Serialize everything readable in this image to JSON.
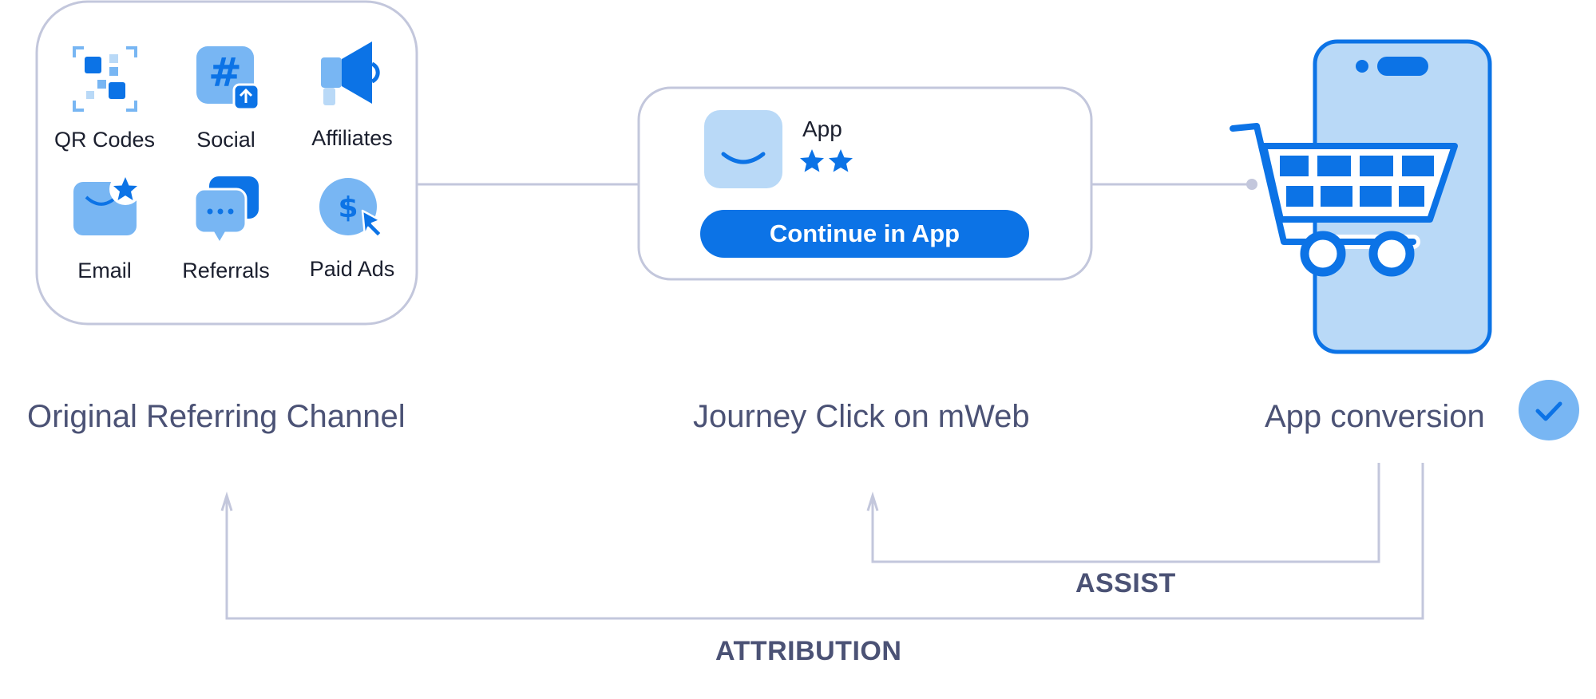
{
  "channels": {
    "title": "Original Referring Channel",
    "items": [
      {
        "label": "QR Codes",
        "icon": "qr-code-icon"
      },
      {
        "label": "Social",
        "icon": "hashtag-icon"
      },
      {
        "label": "Affiliates",
        "icon": "megaphone-icon"
      },
      {
        "label": "Email",
        "icon": "email-icon"
      },
      {
        "label": "Referrals",
        "icon": "chat-bubbles-icon"
      },
      {
        "label": "Paid Ads",
        "icon": "paid-ad-icon"
      }
    ]
  },
  "journey": {
    "title": "Journey Click on mWeb",
    "app_name": "App",
    "rating_stars": 2,
    "cta_label": "Continue in App"
  },
  "conversion": {
    "title": "App conversion",
    "icon": "shopping-cart-icon",
    "badge_icon": "checkmark-icon"
  },
  "flows": {
    "assist_label": "ASSIST",
    "attribution_label": "ATTRIBUTION"
  },
  "colors": {
    "primary": "#0c73e6",
    "light_blue": "#b9d9f7",
    "mid_blue": "#78b6f3",
    "line_gray": "#c3c7dc",
    "text_slate": "#4b5275"
  }
}
